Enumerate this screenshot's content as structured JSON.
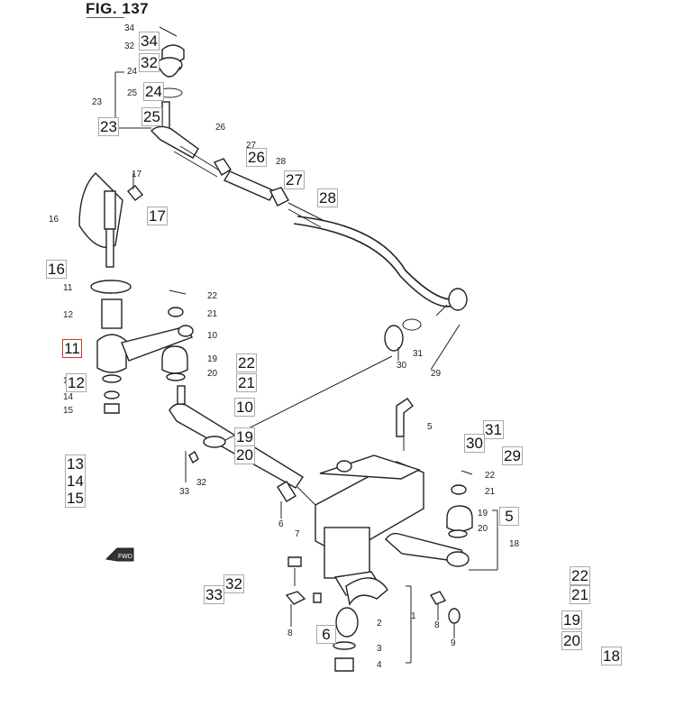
{
  "figure": {
    "title": "FIG. 137"
  },
  "small_labels": [
    {
      "id": "s34",
      "text": "34"
    },
    {
      "id": "s32a",
      "text": "32"
    },
    {
      "id": "s24a",
      "text": "24"
    },
    {
      "id": "s25",
      "text": "25"
    },
    {
      "id": "s23",
      "text": "23"
    },
    {
      "id": "s26",
      "text": "26"
    },
    {
      "id": "s27",
      "text": "27"
    },
    {
      "id": "s28",
      "text": "28"
    },
    {
      "id": "s17",
      "text": "17"
    },
    {
      "id": "s16",
      "text": "16"
    },
    {
      "id": "s11",
      "text": "11"
    },
    {
      "id": "s12",
      "text": "12"
    },
    {
      "id": "s22a",
      "text": "22"
    },
    {
      "id": "s21a",
      "text": "21"
    },
    {
      "id": "s10",
      "text": "10"
    },
    {
      "id": "s19a",
      "text": "19"
    },
    {
      "id": "s20a",
      "text": "20"
    },
    {
      "id": "s13",
      "text": "13"
    },
    {
      "id": "s14",
      "text": "14"
    },
    {
      "id": "s15",
      "text": "15"
    },
    {
      "id": "s31",
      "text": "31"
    },
    {
      "id": "s30",
      "text": "30"
    },
    {
      "id": "s29",
      "text": "29"
    },
    {
      "id": "s5",
      "text": "5"
    },
    {
      "id": "s22b",
      "text": "22"
    },
    {
      "id": "s21b",
      "text": "21"
    },
    {
      "id": "s19b",
      "text": "19"
    },
    {
      "id": "s20b",
      "text": "20"
    },
    {
      "id": "s18",
      "text": "18"
    },
    {
      "id": "s32b",
      "text": "32"
    },
    {
      "id": "s33",
      "text": "33"
    },
    {
      "id": "s6",
      "text": "6"
    },
    {
      "id": "s7",
      "text": "7"
    },
    {
      "id": "s8a",
      "text": "8"
    },
    {
      "id": "s9a",
      "text": "9"
    },
    {
      "id": "s2",
      "text": "2"
    },
    {
      "id": "s3",
      "text": "3"
    },
    {
      "id": "s4",
      "text": "4"
    },
    {
      "id": "s1",
      "text": "1"
    },
    {
      "id": "s8b",
      "text": "8"
    },
    {
      "id": "s9b",
      "text": "9"
    }
  ],
  "hotspots": [
    {
      "id": "h34",
      "text": "34"
    },
    {
      "id": "h32a",
      "text": "32"
    },
    {
      "id": "h24",
      "text": "24"
    },
    {
      "id": "h25",
      "text": "25"
    },
    {
      "id": "h23",
      "text": "23"
    },
    {
      "id": "h26",
      "text": "26"
    },
    {
      "id": "h27",
      "text": "27"
    },
    {
      "id": "h28",
      "text": "28"
    },
    {
      "id": "h17",
      "text": "17"
    },
    {
      "id": "h16",
      "text": "16"
    },
    {
      "id": "h11",
      "text": "11"
    },
    {
      "id": "h12",
      "text": "12"
    },
    {
      "id": "h22a",
      "text": "22"
    },
    {
      "id": "h21a",
      "text": "21"
    },
    {
      "id": "h10",
      "text": "10"
    },
    {
      "id": "h19a",
      "text": "19"
    },
    {
      "id": "h20a",
      "text": "20"
    },
    {
      "id": "h13",
      "text": "13"
    },
    {
      "id": "h14",
      "text": "14"
    },
    {
      "id": "h15",
      "text": "15"
    },
    {
      "id": "h31",
      "text": "31"
    },
    {
      "id": "h30",
      "text": "30"
    },
    {
      "id": "h29",
      "text": "29"
    },
    {
      "id": "h5",
      "text": "5"
    },
    {
      "id": "h33",
      "text": "33"
    },
    {
      "id": "h32b",
      "text": "32"
    },
    {
      "id": "h6",
      "text": "6"
    },
    {
      "id": "h22b",
      "text": "22"
    },
    {
      "id": "h21b",
      "text": "21"
    },
    {
      "id": "h19b",
      "text": "19"
    },
    {
      "id": "h20b",
      "text": "20"
    },
    {
      "id": "h18",
      "text": "18"
    }
  ],
  "arrow": {
    "text": "FWD"
  }
}
